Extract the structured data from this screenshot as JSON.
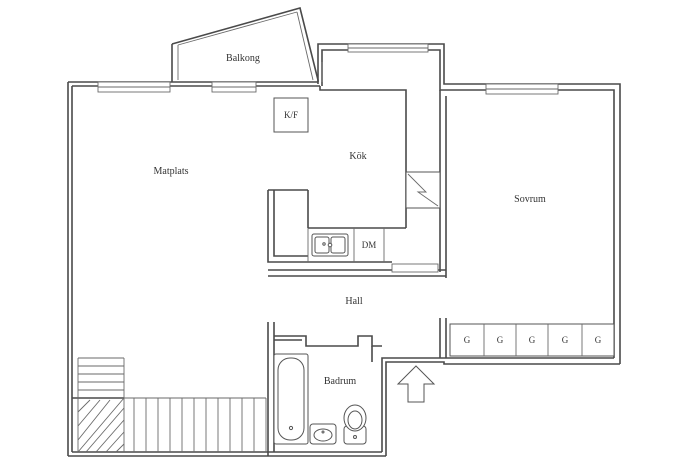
{
  "rooms": {
    "balcony": "Balkong",
    "kitchen": "Kök",
    "dining": "Matplats",
    "bedroom": "Sovrum",
    "hall": "Hall",
    "bathroom": "Badrum"
  },
  "fixtures": {
    "fridge_freezer": "K/F",
    "dishwasher": "DM",
    "wardrobe": "G"
  }
}
